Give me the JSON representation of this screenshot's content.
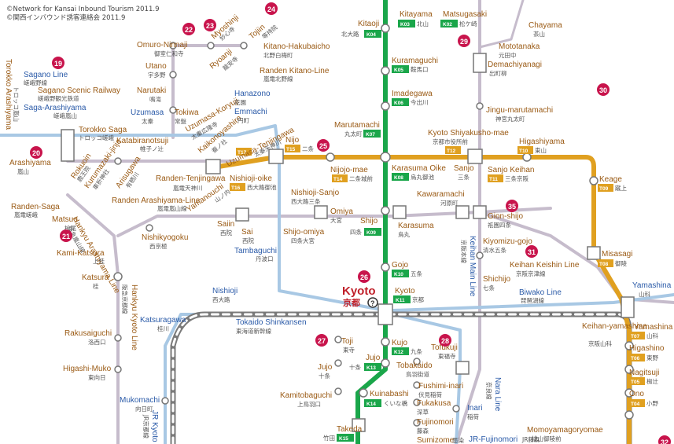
{
  "credits": {
    "line1": "©Network for Kansai Inbound Tourism   2011.9",
    "line2": "©関西インバウンド誘客連絡会   2011.9"
  },
  "colors": {
    "karasuma_line": "#1aa64a",
    "tozai_line": "#e0a020",
    "jr_line": "#c6bccc",
    "blue_line": "#a8c8e4",
    "shinkansen": "#7a7a7a",
    "spot": "#c8144c",
    "station_label": "#9a5a14",
    "blue_label": "#2a5aa8"
  },
  "kyoto_main": {
    "en": "Kyoto",
    "jp": "京都",
    "info_icon": "?"
  },
  "stations": [
    {
      "en": "Kitaoji",
      "jp": "北大路",
      "code": "K04"
    },
    {
      "en": "Kitayama",
      "jp": "北山",
      "code": "K03"
    },
    {
      "en": "Matsugasaki",
      "jp": "松ケ崎",
      "code": "K02"
    },
    {
      "en": "Kuramaguchi",
      "jp": "鞍馬口",
      "code": "K05"
    },
    {
      "en": "Imadegawa",
      "jp": "今出川",
      "code": "K06"
    },
    {
      "en": "Marutamachi",
      "jp": "丸太町",
      "code": "K07"
    },
    {
      "en": "Karasuma Oike",
      "jp": "烏丸御池",
      "code": "K08"
    },
    {
      "en": "Shijo",
      "jp": "四条",
      "code": "K09"
    },
    {
      "en": "Gojo",
      "jp": "五条",
      "code": "K10"
    },
    {
      "en": "Kyoto",
      "jp": "京都",
      "code": "K11"
    },
    {
      "en": "Kujo",
      "jp": "九条",
      "code": "K12"
    },
    {
      "en": "Jujo",
      "jp": "十条",
      "code": "K13"
    },
    {
      "en": "Kuinabashi",
      "jp": "くいな橋",
      "code": "K14"
    },
    {
      "en": "Takeda",
      "jp": "竹田",
      "code": "K15"
    },
    {
      "en": "Nijo",
      "jp": "二条",
      "code": "T15"
    },
    {
      "en": "Nishioji-oike",
      "jp": "西大路御池",
      "code": "T16"
    },
    {
      "en": "Uzumasa-Tenjingawa",
      "jp": "太秦天神川",
      "code": "T17"
    },
    {
      "en": "Nijojo-mae",
      "jp": "二条城前",
      "code": "T14"
    },
    {
      "en": "Kyoto Shiyakusho-mae",
      "jp": "京都市役所前",
      "code": "T12"
    },
    {
      "en": "Sanjo Keihan",
      "jp": "三条京阪",
      "code": "T11"
    },
    {
      "en": "Higashiyama",
      "jp": "東山",
      "code": "T10"
    },
    {
      "en": "Keage",
      "jp": "蹴上",
      "code": "T09"
    },
    {
      "en": "Misasagi",
      "jp": "御陵",
      "code": "T08"
    },
    {
      "en": "Yamashina",
      "jp": "山科",
      "code": "T07"
    },
    {
      "en": "Higashino",
      "jp": "東野",
      "code": "T06"
    },
    {
      "en": "Nagitsuji",
      "jp": "椥辻",
      "code": "T05"
    },
    {
      "en": "Ono",
      "jp": "小野",
      "code": "T04"
    }
  ],
  "labels": [
    {
      "en": "Omuro-Ninnaji",
      "jp": "御室仁和寺"
    },
    {
      "en": "Myoshinji",
      "jp": "妙心寺"
    },
    {
      "en": "Ryoanji",
      "jp": "龍安寺"
    },
    {
      "en": "Tojiin",
      "jp": "等持院"
    },
    {
      "en": "Kitano-Hakubaicho",
      "jp": "北野白梅町"
    },
    {
      "en": "Randen Kitano-Line",
      "jp": "嵐電北野線"
    },
    {
      "en": "Utano",
      "jp": "宇多野"
    },
    {
      "en": "Narutaki",
      "jp": "鳴滝"
    },
    {
      "en": "Tokiwa",
      "jp": "常盤"
    },
    {
      "en": "Uzumasa",
      "jp": "太秦"
    },
    {
      "en": "Uzumasa-Koryuji",
      "jp": "太秦広隆寺"
    },
    {
      "en": "Katabiranotsuji",
      "jp": "帷子ノ辻"
    },
    {
      "en": "Kaikonoyashiro",
      "jp": "蚕ノ社"
    },
    {
      "en": "Hanazono",
      "jp": "花園"
    },
    {
      "en": "Emmachi",
      "jp": "円町"
    },
    {
      "en": "Sagano Line",
      "jp": "嵯峨野線"
    },
    {
      "en": "Sagano Scenic Railway",
      "jp": "嵯峨野観光鉄道"
    },
    {
      "en": "Saga-Arashiyama",
      "jp": "嵯峨嵐山"
    },
    {
      "en": "Torokko Saga",
      "jp": "トロッコ嵯峨"
    },
    {
      "en": "Torokko Arashiyama",
      "jp": "トロッコ嵐山"
    },
    {
      "en": "Arashiyama",
      "jp": "嵐山"
    },
    {
      "en": "Rokuoin",
      "jp": "鹿王院"
    },
    {
      "en": "Kurumazaki-jinja",
      "jp": "車折神社"
    },
    {
      "en": "Arisugawa",
      "jp": "有栖川"
    },
    {
      "en": "Randen-Tenjingawa",
      "jp": "嵐電天神川"
    },
    {
      "en": "Randen-Saga",
      "jp": "嵐電嵯峨"
    },
    {
      "en": "Hankyu Arashiyama Line",
      "jp": "阪急嵐山線"
    },
    {
      "en": "Randen Arashiyama-Line",
      "jp": "嵐電嵐山線"
    },
    {
      "en": "Matsuo",
      "jp": "松尾"
    },
    {
      "en": "Kami-Katsura",
      "jp": "上桂"
    },
    {
      "en": "Nishikyogoku",
      "jp": "西京極"
    },
    {
      "en": "Yamanouchi",
      "jp": "山ノ内"
    },
    {
      "en": "Saiin",
      "jp": "西院"
    },
    {
      "en": "Sai",
      "jp": "西院"
    },
    {
      "en": "Nishioji-Sanjo",
      "jp": "西大路三条"
    },
    {
      "en": "Shijo-omiya",
      "jp": "四条大宮"
    },
    {
      "en": "Omiya",
      "jp": "大宮"
    },
    {
      "en": "Tambaguchi",
      "jp": "丹波口"
    },
    {
      "en": "Karasuma",
      "jp": "烏丸"
    },
    {
      "en": "Kawaramachi",
      "jp": "河原町"
    },
    {
      "en": "Gion-shijo",
      "jp": "祇園四条"
    },
    {
      "en": "Sanjo",
      "jp": "三条"
    },
    {
      "en": "Kiyomizu-gojo",
      "jp": "清水五条"
    },
    {
      "en": "Shichijo",
      "jp": "七条"
    },
    {
      "en": "Keihan Main Line",
      "jp": "京阪本線"
    },
    {
      "en": "Keihan Keishin Line",
      "jp": "京阪京津線"
    },
    {
      "en": "Biwako Line",
      "jp": "琵琶湖線"
    },
    {
      "en": "Keihan-yamashina",
      "jp": "京阪山科"
    },
    {
      "en": "Jingu-marutamachi",
      "jp": "神宮丸太町"
    },
    {
      "en": "Demachiyanagi",
      "jp": "出町柳"
    },
    {
      "en": "Mototanaka",
      "jp": "元田中"
    },
    {
      "en": "Chayama",
      "jp": "茶山"
    },
    {
      "en": "Katsura",
      "jp": "桂"
    },
    {
      "en": "Hankyu Kyoto Line",
      "jp": "阪急京都線"
    },
    {
      "en": "Nishioji",
      "jp": "西大路"
    },
    {
      "en": "Katsuragawa",
      "jp": "桂川"
    },
    {
      "en": "Tokaido Shinkansen",
      "jp": "東海道新幹線"
    },
    {
      "en": "Rakusaiguchi",
      "jp": "洛西口"
    },
    {
      "en": "Higashi-Muko",
      "jp": "東向日"
    },
    {
      "en": "Mukomachi",
      "jp": "向日町"
    },
    {
      "en": "JR Kyoto Line",
      "jp": "JR京都線"
    },
    {
      "en": "Toji",
      "jp": "東寺"
    },
    {
      "en": "Jujo",
      "jp": "十条"
    },
    {
      "en": "Kamitobaguchi",
      "jp": "上鳥羽口"
    },
    {
      "en": "Tofukuji",
      "jp": "東福寺"
    },
    {
      "en": "Tobakaido",
      "jp": "鳥羽街道"
    },
    {
      "en": "Fushimi-inari",
      "jp": "伏見稲荷"
    },
    {
      "en": "Fukakusa",
      "jp": "深草"
    },
    {
      "en": "Fujinomori",
      "jp": "藤森"
    },
    {
      "en": "Sumizome",
      "jp": "墨染"
    },
    {
      "en": "Inari",
      "jp": "稲荷"
    },
    {
      "en": "Nara Line",
      "jp": "奈良線"
    },
    {
      "en": "JR-Fujinomori",
      "jp": "JR藤森"
    },
    {
      "en": "Momoyamagoryomae",
      "jp": "桃山御陵前"
    },
    {
      "en": "Yamashina",
      "jp": "山科"
    }
  ],
  "spots": [
    "19",
    "20",
    "21",
    "22",
    "23",
    "24",
    "25",
    "26",
    "27",
    "28",
    "29",
    "30",
    "31",
    "32",
    "35"
  ],
  "icons": [
    "info-icon",
    "spot-marker-icon"
  ]
}
